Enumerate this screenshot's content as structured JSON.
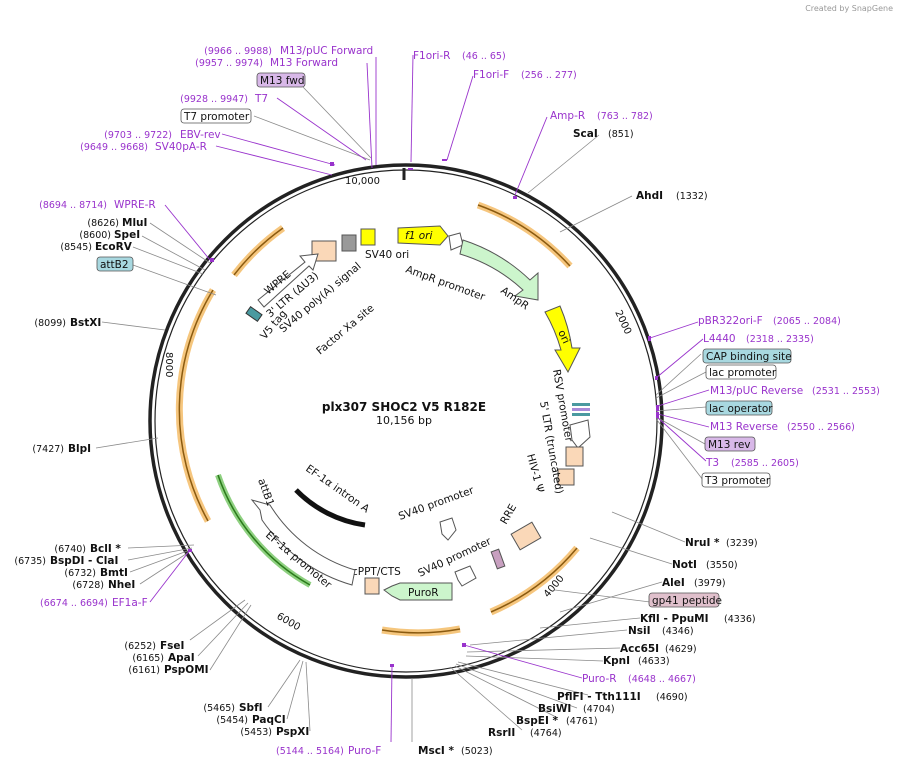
{
  "brand": "Created by SnapGene",
  "plasmid": {
    "name": "plx307 SHOC2 V5 R182E",
    "size": "10,156 bp"
  },
  "ticks": [
    "10,000",
    "2000",
    "4000",
    "6000",
    "8000"
  ],
  "sites_right": [
    {
      "name": "ScaI",
      "pos": "(851)"
    },
    {
      "name": "AhdI",
      "pos": "(1332)"
    },
    {
      "name": "NruI *",
      "pos": "(3239)"
    },
    {
      "name": "NotI",
      "pos": "(3550)"
    },
    {
      "name": "AleI",
      "pos": "(3979)"
    },
    {
      "name": "KflI - PpuMI",
      "pos": "(4336)"
    },
    {
      "name": "NsiI",
      "pos": "(4346)"
    },
    {
      "name": "Acc65I",
      "pos": "(4629)"
    },
    {
      "name": "KpnI",
      "pos": "(4633)"
    },
    {
      "name": "PflFI - Tth111I",
      "pos": "(4690)"
    },
    {
      "name": "BsiWI",
      "pos": "(4704)"
    },
    {
      "name": "BspEI *",
      "pos": "(4761)"
    },
    {
      "name": "RsrII",
      "pos": "(4764)"
    },
    {
      "name": "MscI *",
      "pos": "(5023)"
    }
  ],
  "sites_left": [
    {
      "name": "MluI",
      "pos": "(8626)"
    },
    {
      "name": "SpeI",
      "pos": "(8600)"
    },
    {
      "name": "EcoRV",
      "pos": "(8545)"
    },
    {
      "name": "BstXI",
      "pos": "(8099)"
    },
    {
      "name": "BlpI",
      "pos": "(7427)"
    },
    {
      "name": "BclI *",
      "pos": "(6740)"
    },
    {
      "name": "BspDI - ClaI",
      "pos": "(6735)"
    },
    {
      "name": "BmtI",
      "pos": "(6732)"
    },
    {
      "name": "NheI",
      "pos": "(6728)"
    },
    {
      "name": "FseI",
      "pos": "(6252)"
    },
    {
      "name": "ApaI",
      "pos": "(6165)"
    },
    {
      "name": "PspOMI",
      "pos": "(6161)"
    },
    {
      "name": "SbfI",
      "pos": "(5465)"
    },
    {
      "name": "PaqCI",
      "pos": "(5454)"
    },
    {
      "name": "PspXI",
      "pos": "(5453)"
    }
  ],
  "primers": [
    {
      "name": "M13/pUC Forward",
      "pos": "(9966 .. 9988)"
    },
    {
      "name": "M13 Forward",
      "pos": "(9957 .. 9974)"
    },
    {
      "name": "T7",
      "pos": "(9928 .. 9947)"
    },
    {
      "name": "EBV-rev",
      "pos": "(9703 .. 9722)"
    },
    {
      "name": "SV40pA-R",
      "pos": "(9649 .. 9668)"
    },
    {
      "name": "WPRE-R",
      "pos": "(8694 .. 8714)"
    },
    {
      "name": "F1ori-R",
      "pos": "(46 .. 65)"
    },
    {
      "name": "F1ori-F",
      "pos": "(256 .. 277)"
    },
    {
      "name": "Amp-R",
      "pos": "(763 .. 782)"
    },
    {
      "name": "pBR322ori-F",
      "pos": "(2065 .. 2084)"
    },
    {
      "name": "L4440",
      "pos": "(2318 .. 2335)"
    },
    {
      "name": "M13/pUC Reverse",
      "pos": "(2531 .. 2553)"
    },
    {
      "name": "M13 Reverse",
      "pos": "(2550 .. 2566)"
    },
    {
      "name": "T3",
      "pos": "(2585 .. 2605)"
    },
    {
      "name": "Puro-R",
      "pos": "(4648 .. 4667)"
    },
    {
      "name": "Puro-F",
      "pos": "(5144 .. 5164)"
    },
    {
      "name": "EF1a-F",
      "pos": "(6674 .. 6694)"
    }
  ],
  "boxed_labels": {
    "m13fwd": "M13 fwd",
    "t7promoter": "T7 promoter",
    "attB2": "attB2",
    "cap": "CAP binding site",
    "lacpromoter": "lac promoter",
    "lacoperator": "lac operator",
    "m13rev": "M13 rev",
    "t3promoter": "T3 promoter",
    "gp41": "gp41 peptide"
  },
  "features": {
    "f1ori": "f1 ori",
    "sv40ori": "SV40 ori",
    "amppromoter": "AmpR promoter",
    "ampr": "AmpR",
    "ori": "ori",
    "rsv": "RSV promoter",
    "ltr5": "5' LTR (truncated)",
    "hiv": "HIV-1 Ψ",
    "rre": "RRE",
    "sv40promoter1": "SV40 promoter",
    "sv40promoter2": "SV40 promoter",
    "puror": "PuroR",
    "cppt": "cPPT/CTS",
    "ef1a": "EF-1α promoter",
    "ef1aintron": "EF-1α intron A",
    "attB1": "attB1",
    "wpre": "WPRE",
    "ltr3": "3' LTR (ΔU3)",
    "sv40polya": "SV40 poly(A) signal",
    "v5tag": "V5 tag",
    "factorxa": "Factor Xa site"
  },
  "colors": {
    "primer": "#9933cc",
    "orf": "#f5a623",
    "ori": "#ffff00",
    "ampr": "#ccf5cc",
    "boxblue": "#a8d8e0",
    "boxpink": "#d8b8e8"
  }
}
